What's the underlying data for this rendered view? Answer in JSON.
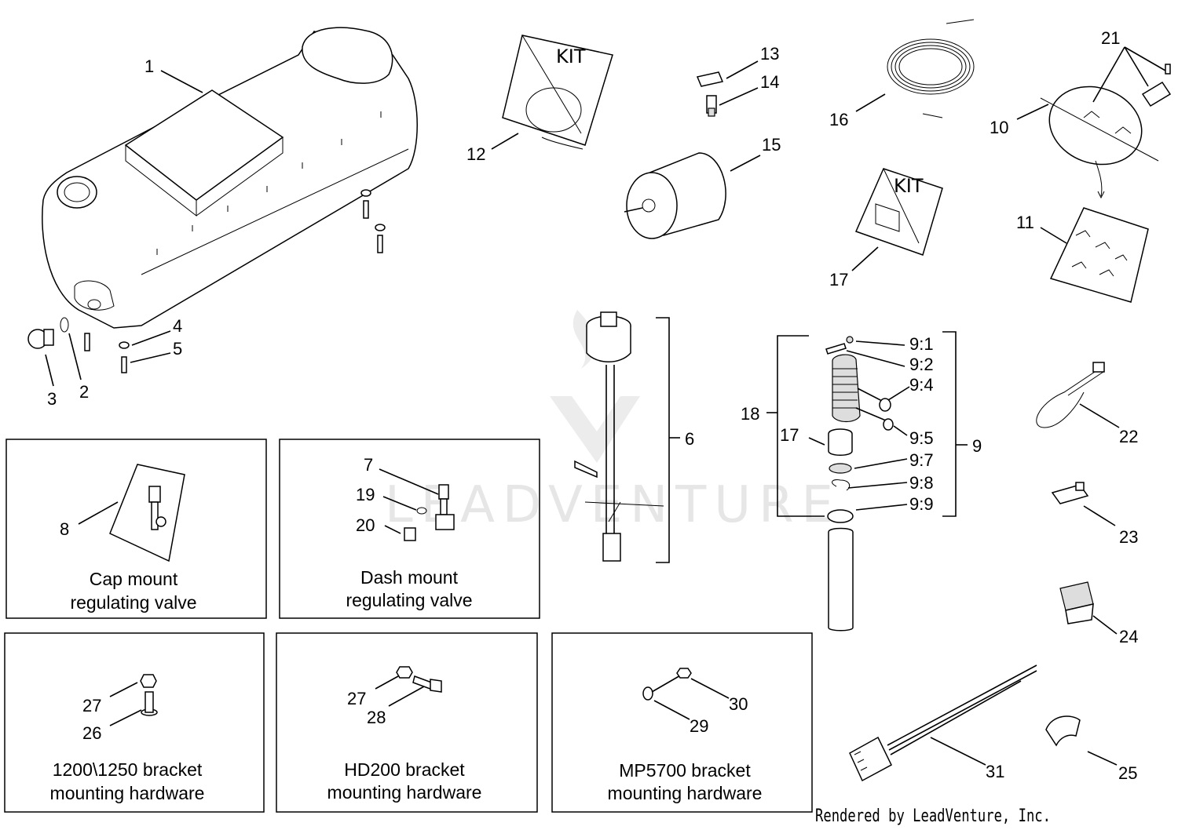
{
  "callouts": {
    "c1": "1",
    "c2": "2",
    "c3": "3",
    "c4": "4",
    "c5": "5",
    "c6": "6",
    "c7": "7",
    "c8": "8",
    "c9": "9",
    "c10": "10",
    "c11": "11",
    "c12": "12",
    "c13": "13",
    "c14": "14",
    "c15": "15",
    "c16": "16",
    "c17a": "17",
    "c17b": "17",
    "c18": "18",
    "c19": "19",
    "c20": "20",
    "c21": "21",
    "c22": "22",
    "c23": "23",
    "c24": "24",
    "c25": "25",
    "c26": "26",
    "c27a": "27",
    "c27b": "27",
    "c28": "28",
    "c29": "29",
    "c30": "30",
    "c31": "31",
    "c9_1": "9:1",
    "c9_2": "9:2",
    "c9_4": "9:4",
    "c9_5": "9:5",
    "c9_7": "9:7",
    "c9_8": "9:8",
    "c9_9": "9:9"
  },
  "boxes": {
    "cap_mount": {
      "line1": "Cap mount",
      "line2": "regulating valve"
    },
    "dash_mount": {
      "line1": "Dash mount",
      "line2": "regulating valve"
    },
    "bracket_1200": {
      "line1": "1200\\1250 bracket",
      "line2": "mounting hardware"
    },
    "bracket_hd200": {
      "line1": "HD200 bracket",
      "line2": "mounting hardware"
    },
    "bracket_mp5700": {
      "line1": "MP5700 bracket",
      "line2": "mounting hardware"
    }
  },
  "kit_labels": {
    "kit1": "KIT",
    "kit2": "KIT"
  },
  "watermark": "LEADVENTURE",
  "footer": "Rendered by LeadVenture, Inc."
}
